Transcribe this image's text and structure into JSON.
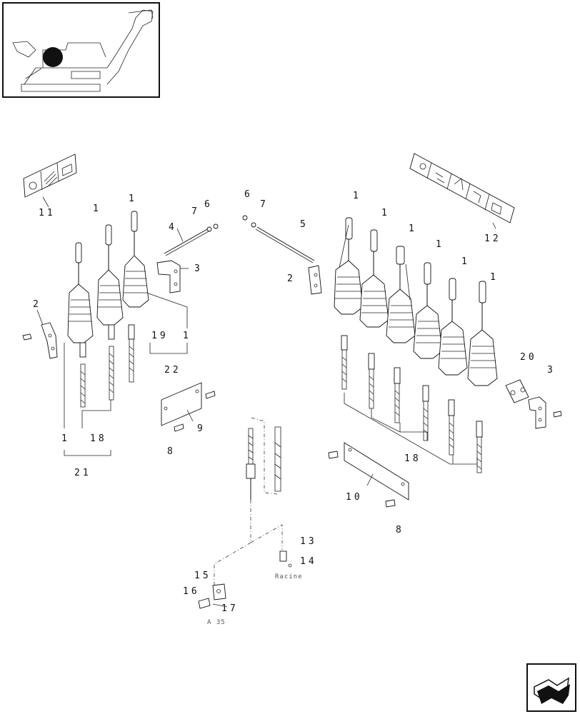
{
  "callouts": {
    "c1": "1",
    "c2": "2",
    "c3": "3",
    "c4": "4",
    "c5": "5",
    "c6": "6",
    "c7": "7",
    "c8": "8",
    "c9": "9",
    "c10": "10",
    "c11": "11",
    "c12": "12",
    "c13": "13",
    "c14": "14",
    "c15": "15",
    "c16": "16",
    "c17": "17",
    "c18": "18",
    "c19": "19",
    "c20": "20",
    "c21": "21",
    "c22": "22"
  },
  "notes": {
    "racine": "Racine",
    "a35": "A 35"
  },
  "icons": {
    "thumbnail": "machine-overview-icon",
    "navigation": "next-page-arrow-icon"
  }
}
